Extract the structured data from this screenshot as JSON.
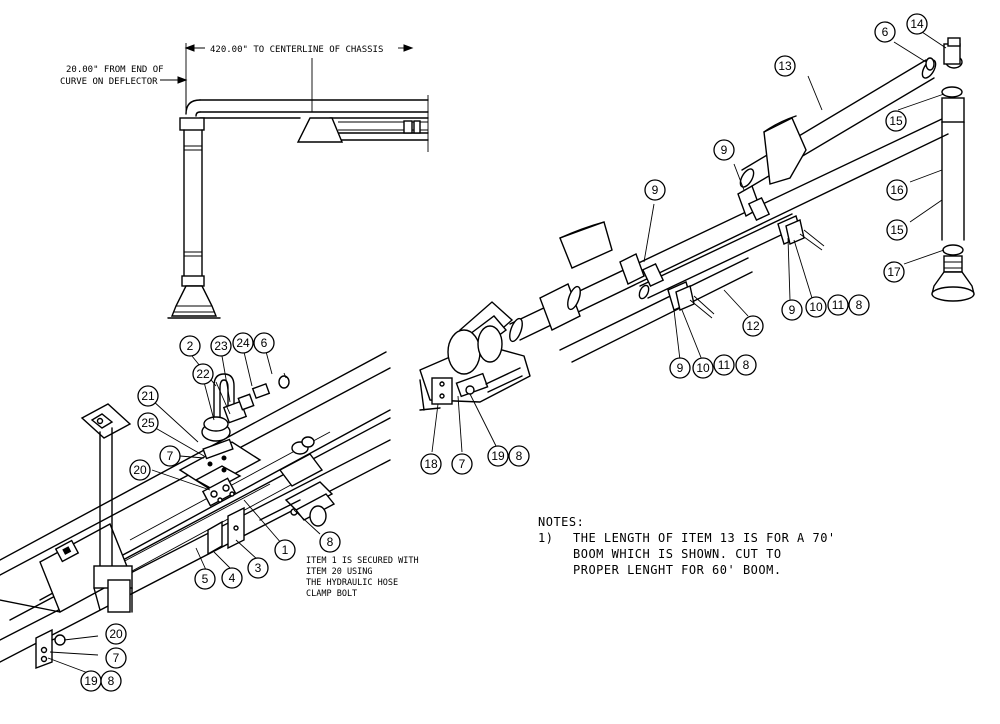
{
  "dimensions": {
    "horizontal": "420.00\" TO CENTERLINE OF CHASSIS",
    "vertical_line1": "20.00\" FROM END OF",
    "vertical_line2": "CURVE ON DEFLECTOR"
  },
  "callout_note": {
    "line1": "ITEM 1 IS SECURED WITH",
    "line2": "ITEM 20 USING",
    "line3": "THE HYDRAULIC HOSE",
    "line4": "CLAMP BOLT"
  },
  "notes": {
    "heading": "NOTES:",
    "number": "1)",
    "line1": "THE LENGTH OF ITEM 13 IS FOR A 70'",
    "line2": "BOOM WHICH IS SHOWN.  CUT TO",
    "line3": "PROPER LENGHT FOR 60' BOOM."
  },
  "balloons": {
    "b2": "2",
    "b23": "23",
    "b24": "24",
    "b6a": "6",
    "b22": "22",
    "b21": "21",
    "b25": "25",
    "b7a": "7",
    "b20a": "20",
    "b1": "1",
    "b8a": "8",
    "b3": "3",
    "b4": "4",
    "b5": "5",
    "b20b": "20",
    "b7b": "7",
    "b19a": "19",
    "b8b": "8",
    "b6b": "6",
    "b14": "14",
    "b13": "13",
    "b15a": "15",
    "b16": "16",
    "b15b": "15",
    "b17": "17",
    "b9a": "9",
    "b9b": "9",
    "b9c": "9",
    "b10a": "10",
    "b11a": "11",
    "b8c": "8",
    "b12": "12",
    "b9d": "9",
    "b10b": "10",
    "b11b": "11",
    "b8d": "8",
    "b18": "18",
    "b7c": "7",
    "b19b": "19",
    "b8e": "8"
  }
}
